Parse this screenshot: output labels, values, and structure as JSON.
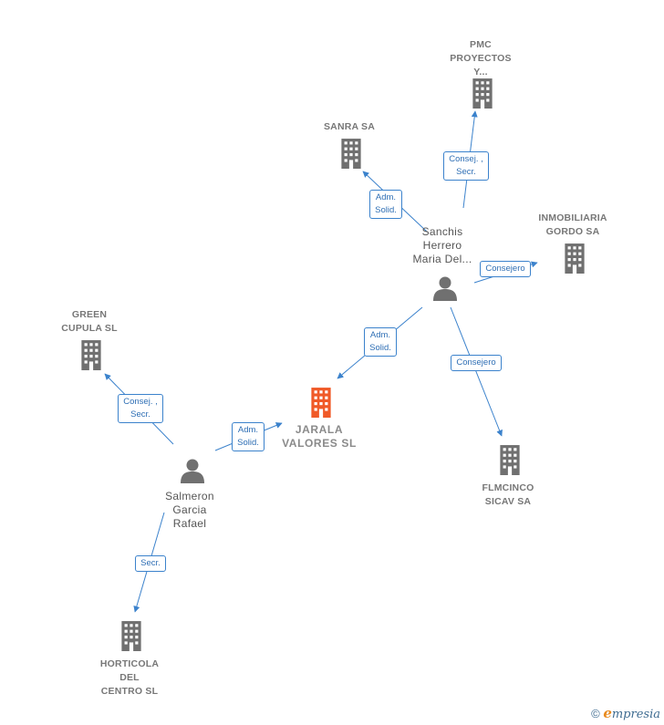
{
  "nodes": {
    "pmc": {
      "label": "PMC\nPROYECTOS\nY...",
      "type": "company"
    },
    "sanra": {
      "label": "SANRA SA",
      "type": "company"
    },
    "inmobiliaria": {
      "label": "INMOBILIARIA\nGORDO SA",
      "type": "company"
    },
    "green": {
      "label": "GREEN\nCUPULA  SL",
      "type": "company"
    },
    "jarala": {
      "label": "JARALA\nVALORES  SL",
      "type": "focus-company"
    },
    "flmcinco": {
      "label": "FLMCINCO\nSICAV SA",
      "type": "company"
    },
    "horticola": {
      "label": "HORTICOLA\nDEL\nCENTRO SL",
      "type": "company"
    },
    "sanchis": {
      "label": "Sanchis\nHerrero\nMaria Del...",
      "type": "person"
    },
    "salmeron": {
      "label": "Salmeron\nGarcia\nRafael",
      "type": "person"
    }
  },
  "edges": [
    {
      "from": "sanchis",
      "to": "pmc",
      "label": "Consej. ,\nSecr."
    },
    {
      "from": "sanchis",
      "to": "sanra",
      "label": "Adm.\nSolid."
    },
    {
      "from": "sanchis",
      "to": "inmobiliaria",
      "label": "Consejero"
    },
    {
      "from": "sanchis",
      "to": "jarala",
      "label": "Adm.\nSolid."
    },
    {
      "from": "sanchis",
      "to": "flmcinco",
      "label": "Consejero"
    },
    {
      "from": "salmeron",
      "to": "green",
      "label": "Consej. ,\nSecr."
    },
    {
      "from": "salmeron",
      "to": "jarala",
      "label": "Adm.\nSolid."
    },
    {
      "from": "salmeron",
      "to": "horticola",
      "label": "Secr."
    }
  ],
  "colors": {
    "company_icon": "#707070",
    "focus_icon": "#f05a28",
    "person_icon": "#707070",
    "edge": "#3b82cc",
    "edge_label_text": "#2f6fb5"
  },
  "footer": {
    "copyright": "©",
    "brand_first": "e",
    "brand_rest": "mpresia"
  }
}
